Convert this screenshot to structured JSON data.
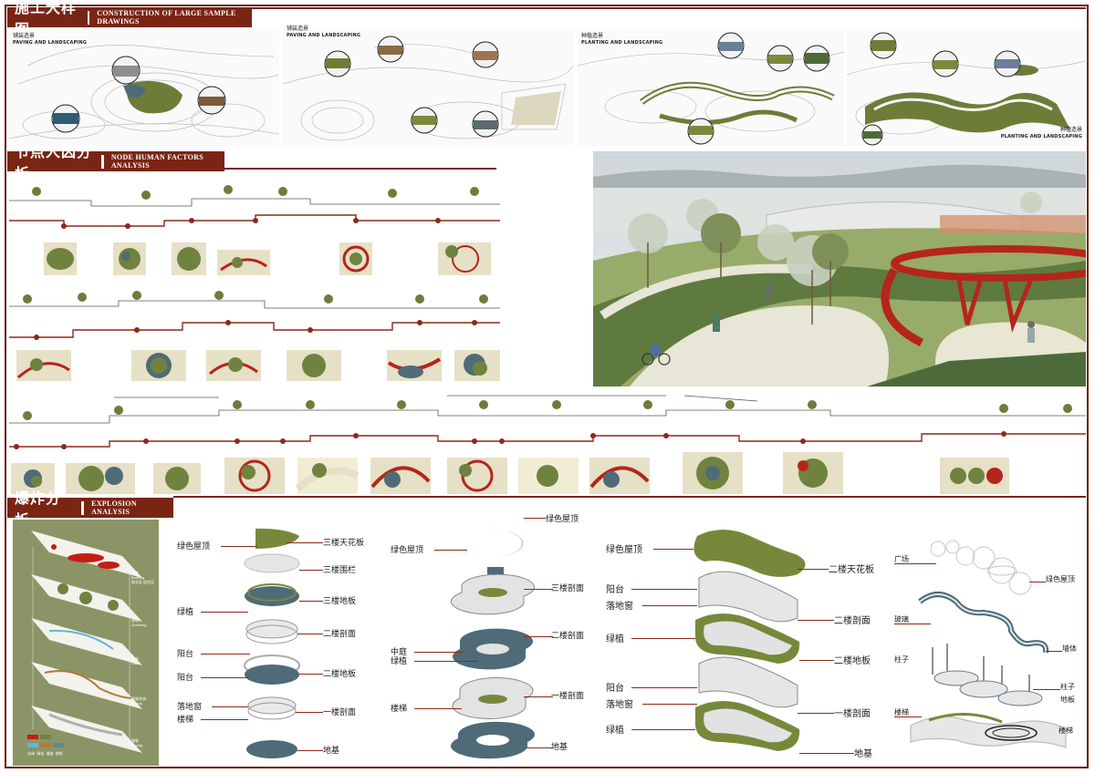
{
  "sections": {
    "construction": {
      "cn": "施工大样图",
      "en": "CONSTRUCTION OF LARGE SAMPLE DRAWINGS"
    },
    "human": {
      "cn": "节点人因分析",
      "en": "NODE HUMAN FACTORS ANALYSIS"
    },
    "explosion": {
      "cn": "爆炸分析",
      "en": "EXPLOSION ANALYSIS"
    }
  },
  "construction_panels": [
    {
      "cn": "铺装造景",
      "en": "PAVING AND LANDSCAPING"
    },
    {
      "cn": "铺装造景",
      "en": "PAVING AND LANDSCAPING"
    },
    {
      "cn": "种植造景",
      "en": "PLANTING AND LANDSCAPING"
    },
    {
      "cn": "种植造景",
      "en": "PLANTING AND LANDSCAPING"
    }
  ],
  "legend_panel": {
    "layers": [
      {
        "cn": "建筑",
        "en": "Building",
        "extra": "商业区 居住区"
      },
      {
        "cn": "绿化",
        "en": "Greening"
      },
      {
        "cn": "水体",
        "en": "Lake"
      },
      {
        "cn": "道路系统",
        "en": "Roads"
      },
      {
        "cn": "铺装",
        "en": "Paving"
      }
    ],
    "swatch_labels": [
      "水体",
      "绿化",
      "道路",
      "铺装"
    ]
  },
  "explosions": {
    "e1": {
      "left": [
        "绿色屋顶",
        "绿植",
        "阳台",
        "阳台",
        "落地窗",
        "楼梯"
      ],
      "right": [
        "三楼天花板",
        "三楼围栏",
        "三楼地板",
        "二楼剖面",
        "二楼地板",
        "一楼剖面",
        "地基"
      ]
    },
    "e2": {
      "left": [
        "绿色屋顶",
        "中庭",
        "绿植",
        "楼梯"
      ],
      "right": [
        "绿色屋顶",
        "三楼剖面",
        "二楼剖面",
        "一楼剖面",
        "地基"
      ]
    },
    "e3": {
      "left": [
        "绿色屋顶",
        "阳台",
        "落地窗",
        "绿植",
        "阳台",
        "落地窗",
        "绿植"
      ],
      "right": [
        "二楼天花板",
        "二楼剖面",
        "二楼地板",
        "一楼剖面",
        "地基"
      ]
    },
    "e4": {
      "left": [
        "广场",
        "玻璃",
        "柱子",
        "楼梯"
      ],
      "right": [
        "绿色屋顶",
        "墙体",
        "柱子",
        "地板",
        "楼梯"
      ]
    }
  },
  "colors": {
    "accent": "#7a2414",
    "green": "#7a8a3c",
    "water": "#4f6b78",
    "paving": "#e8e2c8",
    "red_feature": "#b5251b"
  }
}
